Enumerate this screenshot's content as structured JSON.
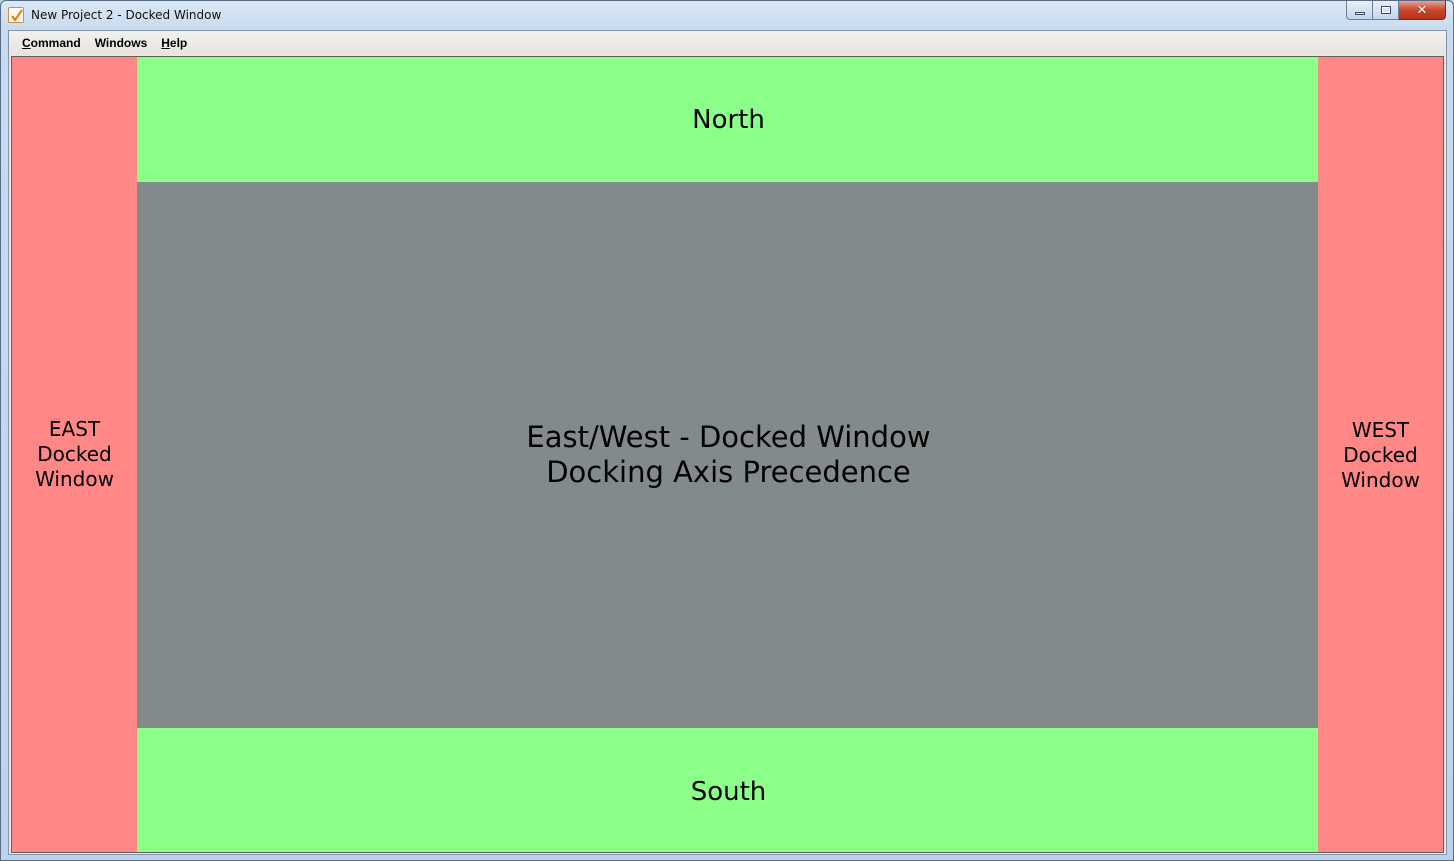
{
  "window": {
    "title": "New Project 2 - Docked Window",
    "icon": "app-checkmark-icon",
    "caption_buttons": {
      "minimize": "minimize-icon",
      "maximize": "maximize-icon",
      "close": "close-icon",
      "close_glyph": "✕"
    }
  },
  "menubar": {
    "items": [
      {
        "label": "Command",
        "mnemonic": "C",
        "rest": "ommand"
      },
      {
        "label": "Windows",
        "mnemonic": "",
        "rest": "Windows"
      },
      {
        "label": "Help",
        "mnemonic": "H",
        "rest": "elp"
      }
    ]
  },
  "panes": {
    "east": {
      "lines": [
        "EAST",
        "Docked",
        "Window"
      ],
      "color": "#ff8785"
    },
    "west": {
      "lines": [
        "WEST",
        "Docked",
        "Window"
      ],
      "color": "#ff8785"
    },
    "north": {
      "label": "North",
      "color": "#8cff88"
    },
    "south": {
      "label": "South",
      "color": "#8cff88"
    },
    "center": {
      "lines": [
        "East/West - Docked Window",
        "Docking Axis Precedence"
      ],
      "color": "#828a8b"
    }
  }
}
